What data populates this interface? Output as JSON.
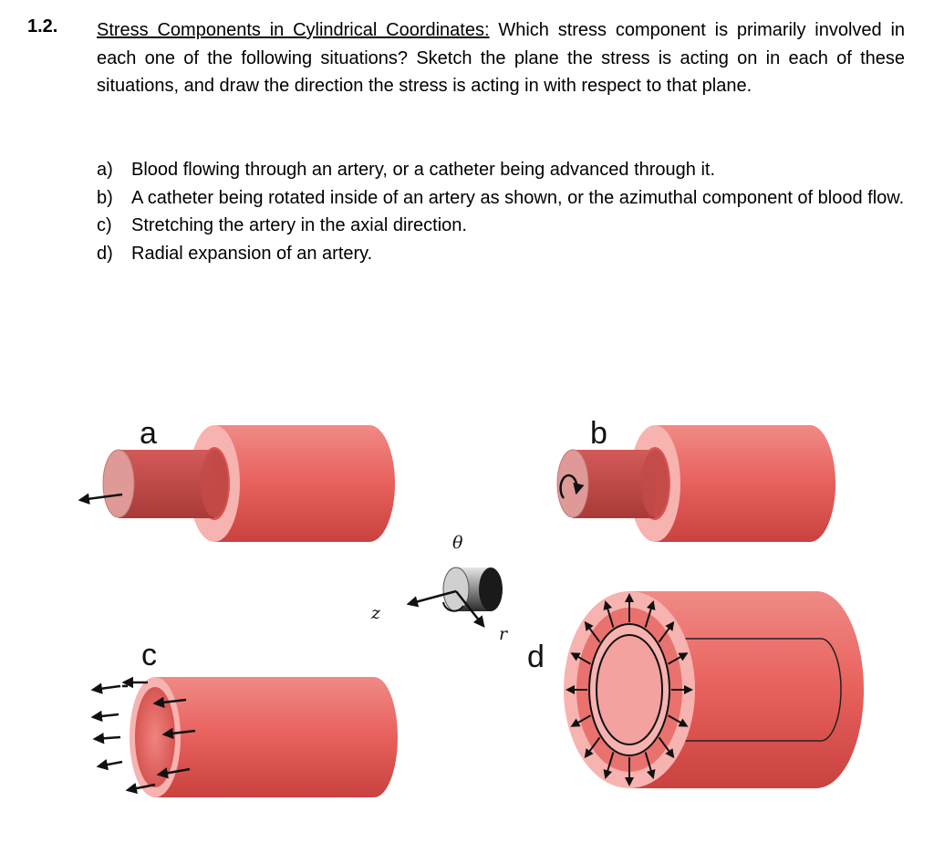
{
  "problem": {
    "number": "1.2.",
    "title": "Stress Components in Cylindrical Coordinates:",
    "text": " Which stress component is primarily involved in each one of the following situations? Sketch the plane the stress is acting on in each of these situations, and draw the direction the stress is acting in with respect to that plane."
  },
  "parts": [
    {
      "label": "a)",
      "text": "Blood flowing through an artery, or a catheter being advanced through it."
    },
    {
      "label": "b)",
      "text": "A catheter being rotated inside of an artery as shown, or the azimuthal component of blood flow."
    },
    {
      "label": "c)",
      "text": "Stretching the artery in the axial direction."
    },
    {
      "label": "d)",
      "text": "Radial expansion of an artery."
    }
  ],
  "figure": {
    "panel_labels": {
      "a": "a",
      "b": "b",
      "c": "c",
      "d": "d"
    },
    "axes": {
      "theta": "θ",
      "z": "z",
      "r": "r"
    },
    "colors": {
      "artery_body": "#e8605c",
      "artery_dark": "#c9423f",
      "artery_ring": "#f7b3b0",
      "artery_lumen": "#d9544f",
      "catheter": "#c24a48",
      "catheter_end": "#df9a98",
      "arrow": "#111111"
    }
  }
}
